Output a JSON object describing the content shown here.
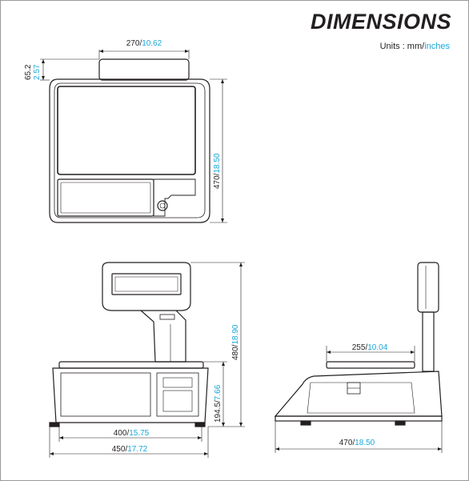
{
  "header": {
    "title": "DIMENSIONS",
    "units_prefix": "Units : mm/",
    "units_suffix": "inches"
  },
  "colors": {
    "mm_text": "#231f20",
    "inch_text": "#1aa6d8",
    "outline": "#231f20"
  },
  "dimensions": {
    "top_width": {
      "mm": "270",
      "inch": "10.62"
    },
    "top_height": {
      "mm": "65.2",
      "inch": "2.57"
    },
    "top_depth": {
      "mm": "470",
      "inch": "18.50"
    },
    "front_height": {
      "mm": "480",
      "inch": "18.90"
    },
    "front_base_height": {
      "mm": "194.5",
      "inch": "7.66"
    },
    "front_inner_width": {
      "mm": "400",
      "inch": "15.75"
    },
    "front_outer_width": {
      "mm": "450",
      "inch": "17.72"
    },
    "side_platter": {
      "mm": "255",
      "inch": "10.04"
    },
    "side_depth": {
      "mm": "470",
      "inch": "18.50"
    }
  }
}
